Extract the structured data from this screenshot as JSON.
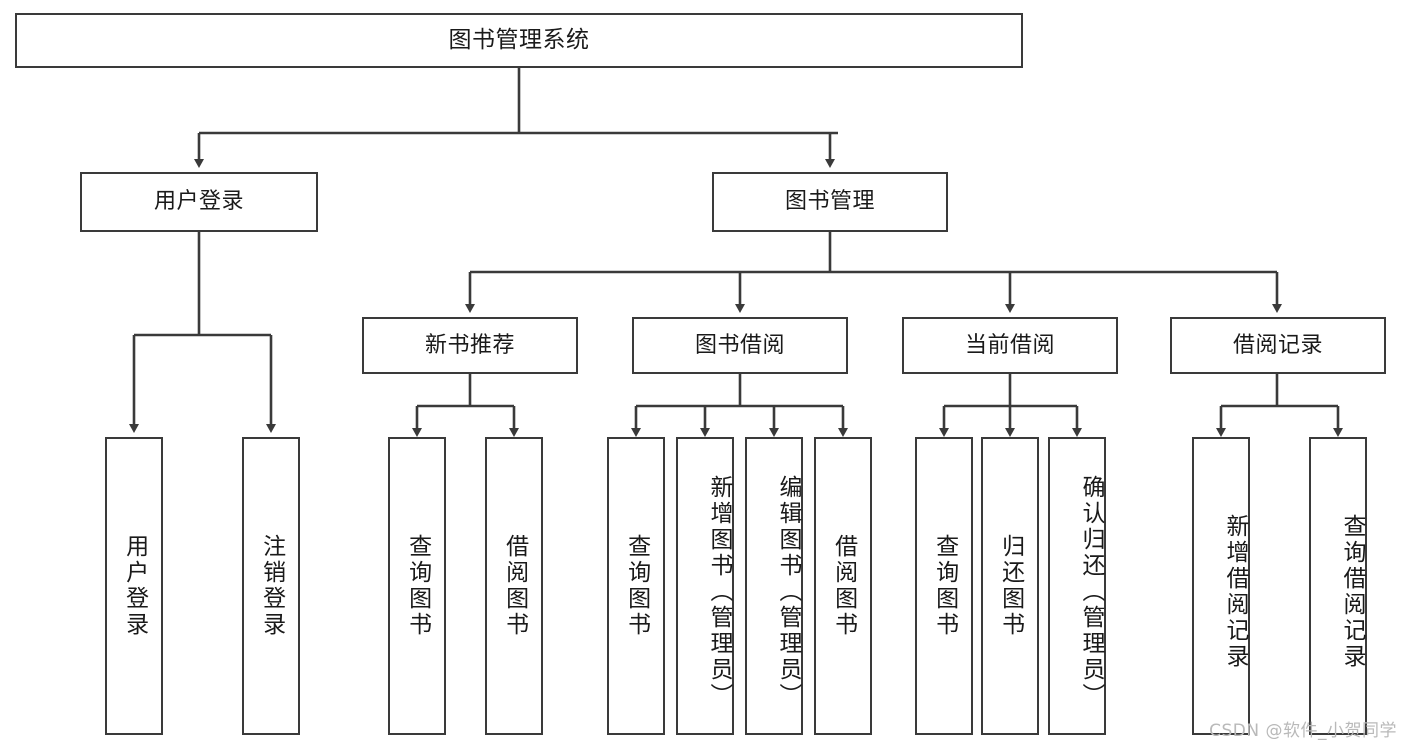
{
  "diagram": {
    "title_node": {
      "label": "图书管理系统"
    },
    "level2": [
      {
        "id": "user-login",
        "label": "用户登录"
      },
      {
        "id": "book-management",
        "label": "图书管理"
      }
    ],
    "level3": [
      {
        "id": "new-book-recommend",
        "label": "新书推荐"
      },
      {
        "id": "book-borrow",
        "label": "图书借阅"
      },
      {
        "id": "current-borrow",
        "label": "当前借阅"
      },
      {
        "id": "borrow-record",
        "label": "借阅记录"
      }
    ],
    "leaves": {
      "user_login": [
        {
          "id": "leaf-user-login",
          "label": "用户登录"
        },
        {
          "id": "leaf-logout-login",
          "label": "注销登录"
        }
      ],
      "new_book_recommend": [
        {
          "id": "leaf-query-book-1",
          "label": "查询图书"
        },
        {
          "id": "leaf-borrow-book-1",
          "label": "借阅图书"
        }
      ],
      "book_borrow": [
        {
          "id": "leaf-query-book-2",
          "label": "查询图书"
        },
        {
          "id": "leaf-add-book",
          "label": "新增图书（管理员）"
        },
        {
          "id": "leaf-edit-book",
          "label": "编辑图书（管理员）"
        },
        {
          "id": "leaf-borrow-book-2",
          "label": "借阅图书"
        }
      ],
      "current_borrow": [
        {
          "id": "leaf-query-book-3",
          "label": "查询图书"
        },
        {
          "id": "leaf-return-book",
          "label": "归还图书"
        },
        {
          "id": "leaf-confirm-return",
          "label": "确认归还（管理员）"
        }
      ],
      "borrow_record": [
        {
          "id": "leaf-add-record",
          "label": "新增借阅记录"
        },
        {
          "id": "leaf-query-record",
          "label": "查询借阅记录"
        }
      ]
    }
  },
  "watermark": {
    "text": "CSDN @软件_小贺同学"
  },
  "colors": {
    "stroke": "#3a3a3a",
    "background": "#ffffff",
    "text": "#1a1a1a",
    "watermark": "#b9b9b9"
  }
}
